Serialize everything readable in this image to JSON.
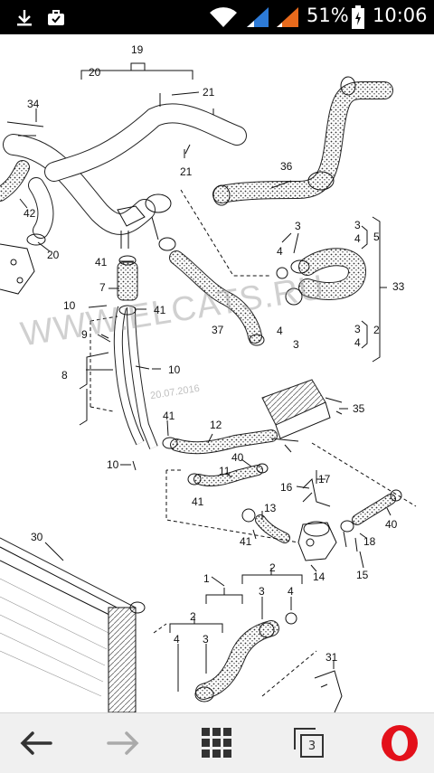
{
  "status_bar": {
    "battery": "51%",
    "time": "10:06"
  },
  "watermark": {
    "site": "WWW.ELCATS.RU",
    "date": "20.07.2016"
  },
  "diagram_labels": [
    {
      "id": "19",
      "text": "19"
    },
    {
      "id": "20a",
      "text": "20"
    },
    {
      "id": "21a",
      "text": "21"
    },
    {
      "id": "21b",
      "text": "21"
    },
    {
      "id": "34",
      "text": "34"
    },
    {
      "id": "36",
      "text": "36"
    },
    {
      "id": "42",
      "text": "42"
    },
    {
      "id": "20b",
      "text": "20"
    },
    {
      "id": "3a",
      "text": "3"
    },
    {
      "id": "3b",
      "text": "3"
    },
    {
      "id": "4a",
      "text": "4"
    },
    {
      "id": "4b",
      "text": "4"
    },
    {
      "id": "5",
      "text": "5"
    },
    {
      "id": "33",
      "text": "33"
    },
    {
      "id": "3c",
      "text": "3"
    },
    {
      "id": "3d",
      "text": "3"
    },
    {
      "id": "4c",
      "text": "4"
    },
    {
      "id": "4d",
      "text": "4"
    },
    {
      "id": "2a",
      "text": "2"
    },
    {
      "id": "41a",
      "text": "41"
    },
    {
      "id": "7",
      "text": "7"
    },
    {
      "id": "10a",
      "text": "10"
    },
    {
      "id": "41b",
      "text": "41"
    },
    {
      "id": "37",
      "text": "37"
    },
    {
      "id": "9",
      "text": "9"
    },
    {
      "id": "8",
      "text": "8"
    },
    {
      "id": "10b",
      "text": "10"
    },
    {
      "id": "35",
      "text": "35"
    },
    {
      "id": "41c",
      "text": "41"
    },
    {
      "id": "12",
      "text": "12"
    },
    {
      "id": "40a",
      "text": "40"
    },
    {
      "id": "10c",
      "text": "10"
    },
    {
      "id": "17",
      "text": "17"
    },
    {
      "id": "11",
      "text": "11"
    },
    {
      "id": "41d",
      "text": "41"
    },
    {
      "id": "16",
      "text": "16"
    },
    {
      "id": "13",
      "text": "13"
    },
    {
      "id": "40b",
      "text": "40"
    },
    {
      "id": "41e",
      "text": "41"
    },
    {
      "id": "18",
      "text": "18"
    },
    {
      "id": "15",
      "text": "15"
    },
    {
      "id": "14",
      "text": "14"
    },
    {
      "id": "30",
      "text": "30"
    },
    {
      "id": "1",
      "text": "1"
    },
    {
      "id": "2b",
      "text": "2"
    },
    {
      "id": "2c",
      "text": "2"
    },
    {
      "id": "3e",
      "text": "3"
    },
    {
      "id": "4e",
      "text": "4"
    },
    {
      "id": "4f",
      "text": "4"
    },
    {
      "id": "3f",
      "text": "3"
    },
    {
      "id": "31",
      "text": "31"
    }
  ],
  "nav_bar": {
    "tab_count": "3",
    "back_icon": "back-arrow-icon",
    "forward_icon": "forward-arrow-icon",
    "speed_dial_icon": "grid-icon",
    "tabs_icon": "tabs-icon",
    "menu_icon": "opera-logo-icon",
    "accent_color": "#e3101a"
  }
}
